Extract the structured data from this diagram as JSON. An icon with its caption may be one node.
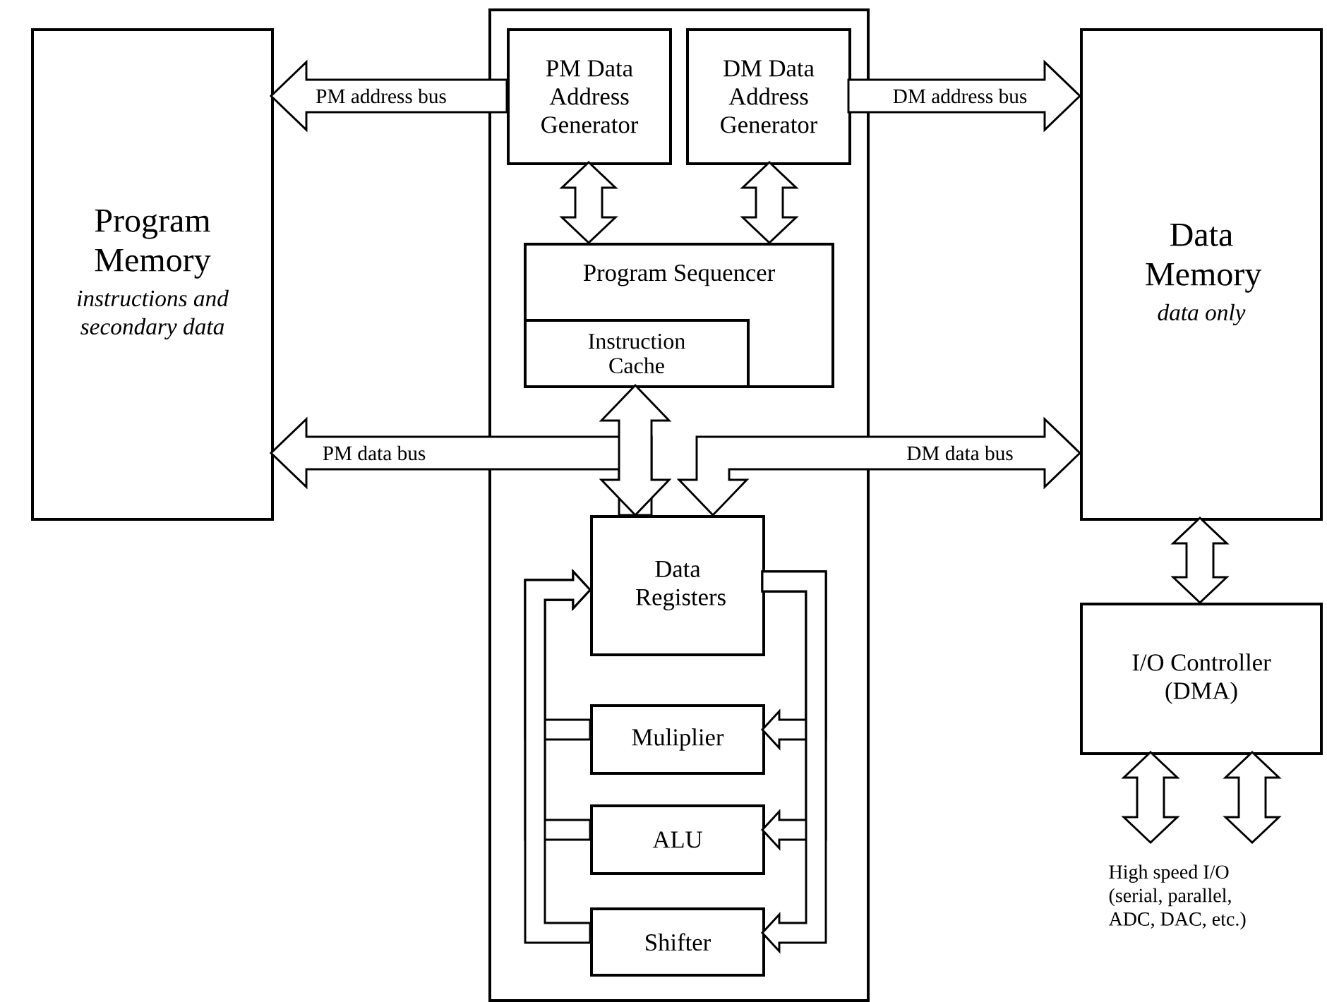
{
  "diagram": {
    "nodes": [
      {
        "text": [
          "Program Memory",
          "instructions and secondary data"
        ]
      },
      {
        "text": [],
        "shape": "box"
      },
      {
        "text": [
          "PM Data Address Generator"
        ],
        "in": 1
      },
      {
        "text": [
          "DM Data Address Generator"
        ],
        "in": 1
      },
      {
        "text": [
          "Program Sequencer"
        ],
        "in": 1
      },
      {
        "text": [
          "Instruction Cache"
        ],
        "in": 4
      },
      {
        "text": [
          "Data Registers"
        ],
        "in": 1
      },
      {
        "text": [
          "Muliplier"
        ],
        "in": 1
      },
      {
        "text": [
          "ALU"
        ],
        "in": 1
      },
      {
        "text": [
          "Shifter"
        ],
        "in": 1
      },
      {
        "text": [
          "Data Memory",
          "data only"
        ]
      },
      {
        "text": [
          "I/O Controller (DMA)"
        ]
      },
      {
        "text": [
          "High speed I/O (serial, parallel, ADC, DAC, etc.)"
        ]
      }
    ],
    "edges": [
      {
        "from": 2,
        "to": 0,
        "arrow": "to",
        "label": "PM address bus"
      },
      {
        "from": 3,
        "to": 10,
        "arrow": "to",
        "label": "DM address bus"
      },
      {
        "from": 2,
        "to": 4,
        "arrow": "both"
      },
      {
        "from": 3,
        "to": 4,
        "arrow": "both"
      },
      {
        "from": 5,
        "to": 6,
        "arrow": "both"
      },
      {
        "from": 6,
        "to": 0,
        "arrow": "to",
        "label": "PM data bus"
      },
      {
        "from": 6,
        "to": 10,
        "arrow": "both",
        "label": "DM data bus"
      },
      {
        "from": 10,
        "to": 11,
        "arrow": "both"
      },
      {
        "from": 11,
        "to": 12,
        "arrow": "both"
      },
      {
        "from": 11,
        "to": 12,
        "arrow": "both"
      },
      {
        "from": 6,
        "to": 7,
        "arrow": "to"
      },
      {
        "from": 6,
        "to": 8,
        "arrow": "to"
      },
      {
        "from": 6,
        "to": 9,
        "arrow": "to"
      },
      {
        "from": 7,
        "to": 6,
        "arrow": "to"
      },
      {
        "from": 8,
        "to": 6,
        "arrow": "to"
      },
      {
        "from": 9,
        "to": 6,
        "arrow": "to"
      }
    ]
  }
}
